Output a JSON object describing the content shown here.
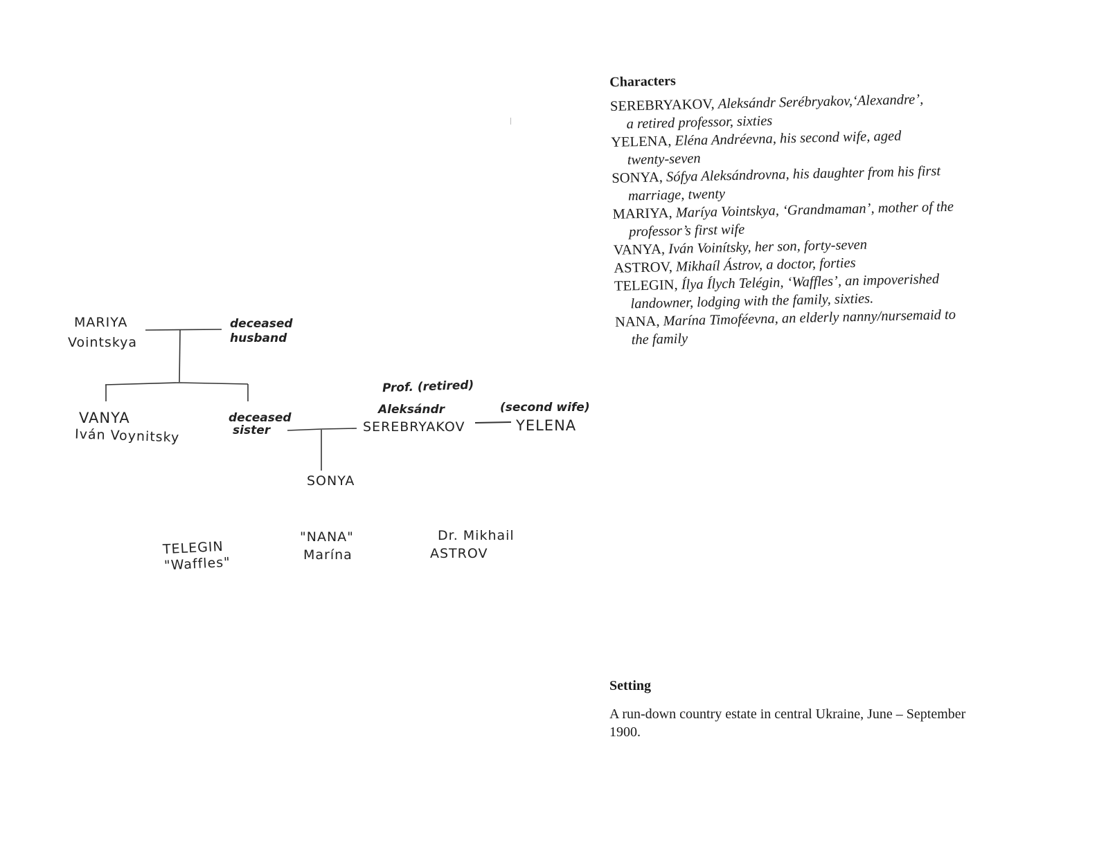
{
  "diagram": {
    "mariya": {
      "line1": "MARIYA",
      "line2": "Vointskya"
    },
    "husband": {
      "line1": "deceased",
      "line2": "husband"
    },
    "vanya": {
      "line1": "VANYA",
      "line2": "Iván Voynitsky"
    },
    "sister": {
      "line1": "deceased",
      "line2": "sister"
    },
    "serebryakov": {
      "note": "Prof. (retired)",
      "line1": "Aleksándr",
      "line2": "SEREBRYAKOV"
    },
    "yelena": {
      "note": "(second wife)",
      "line1": "YELENA"
    },
    "sonya": {
      "line1": "SONYA"
    },
    "telegin": {
      "line1": "TELEGIN",
      "line2": "\"Waffles\""
    },
    "nana": {
      "line1": "\"NANA\"",
      "line2": "Marína"
    },
    "astrov": {
      "line1": "Dr. Mikhail",
      "line2": "ASTROV"
    }
  },
  "characters": {
    "heading": "Characters",
    "entries": [
      {
        "name": "SEREBRYAKOV,",
        "desc": "Aleksándr Serébryakov,‘Alexandre’,",
        "cont": "a retired professor, sixties"
      },
      {
        "name": "YELENA,",
        "desc": "Eléna Andréevna, his second wife, aged",
        "cont": "twenty-seven"
      },
      {
        "name": "SONYA,",
        "desc": "Sófya Aleksándrovna, his daughter from his first",
        "cont": "marriage, twenty"
      },
      {
        "name": "MARIYA,",
        "desc": "Maríya Vointskya, ‘Grandmaman’, mother of the",
        "cont": "professor’s first wife"
      },
      {
        "name": "VANYA,",
        "desc": "Iván Voinítsky, her son, forty-seven"
      },
      {
        "name": "ASTROV,",
        "desc": "Mikhaíl Ástrov, a doctor, forties"
      },
      {
        "name": "TELEGIN,",
        "desc": "Ílya Ílych Telégin, ‘Waffles’, an impoverished",
        "cont": "landowner, lodging with the family, sixties."
      },
      {
        "name": "NANA,",
        "desc": "Marína Timoféevna, an elderly nanny/nursemaid to",
        "cont": "the family"
      }
    ]
  },
  "setting": {
    "heading": "Setting",
    "text": "A run-down country estate in central Ukraine, June – September 1900."
  }
}
